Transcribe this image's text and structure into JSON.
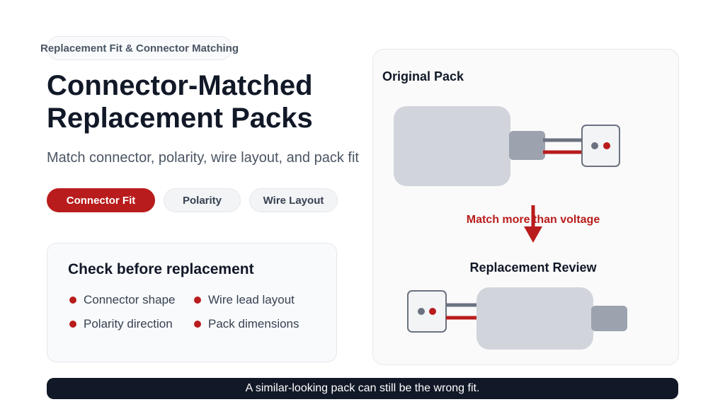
{
  "eyebrow": "Replacement Fit & Connector Matching",
  "hero": {
    "title_line1": "Connector-Matched",
    "title_line2": "Replacement Packs",
    "subtitle": "Match connector, polarity, wire layout, and pack fit"
  },
  "chips": [
    {
      "label": "Connector Fit",
      "active": true
    },
    {
      "label": "Polarity",
      "active": false
    },
    {
      "label": "Wire Layout",
      "active": false
    }
  ],
  "checklist": {
    "title": "Check before replacement",
    "items": [
      "Connector shape",
      "Wire lead layout",
      "Polarity direction",
      "Pack dimensions"
    ]
  },
  "diagram": {
    "original_label": "Original Pack",
    "match_note": "Match more than voltage",
    "replacement_label": "Replacement Review",
    "icons": [
      "battery-pack-icon",
      "connector-plug-icon",
      "arrow-down-icon"
    ]
  },
  "footer": {
    "banner": "A similar-looking pack can still be the wrong fit."
  },
  "colors": {
    "accent": "#b91c1c",
    "dark": "#111827",
    "pack_gray": "#d1d5db",
    "plug_gray": "#9ca3af",
    "wire_gray": "#6b7280"
  }
}
